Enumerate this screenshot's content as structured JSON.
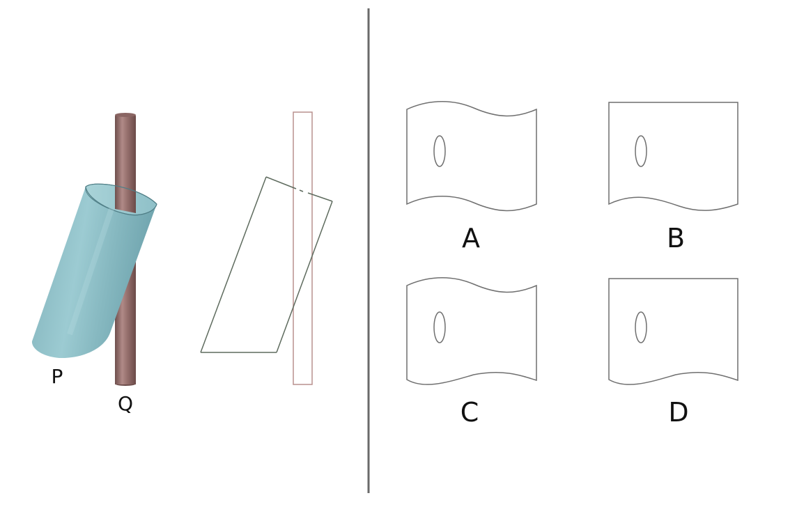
{
  "figure": {
    "type": "spatial-reasoning puzzle",
    "description": "A tilted cylindrical tube P pierced by a vertical rod Q; a side-view outline; four candidate unrolled surface shapes of tube P"
  },
  "left_panel": {
    "object_3d": {
      "tube_label": "P",
      "rod_label": "Q",
      "tube_color": "#8dbcc4",
      "rod_color": "#8f6a68"
    },
    "side_view": {
      "outline_color": "#5e6b5e",
      "rod_outline_color": "#b8908d"
    }
  },
  "divider": {
    "color": "#6a6a6a"
  },
  "options": [
    {
      "label": "A",
      "top_edge": "wavy",
      "bottom_edge": "wavy-parallel",
      "hole": "ellipse"
    },
    {
      "label": "B",
      "top_edge": "straight",
      "bottom_edge": "wavy",
      "hole": "ellipse"
    },
    {
      "label": "C",
      "top_edge": "wavy",
      "bottom_edge": "wavy-mirrored",
      "hole": "ellipse"
    },
    {
      "label": "D",
      "top_edge": "straight",
      "bottom_edge": "wavy-mirrored",
      "hole": "ellipse"
    }
  ]
}
